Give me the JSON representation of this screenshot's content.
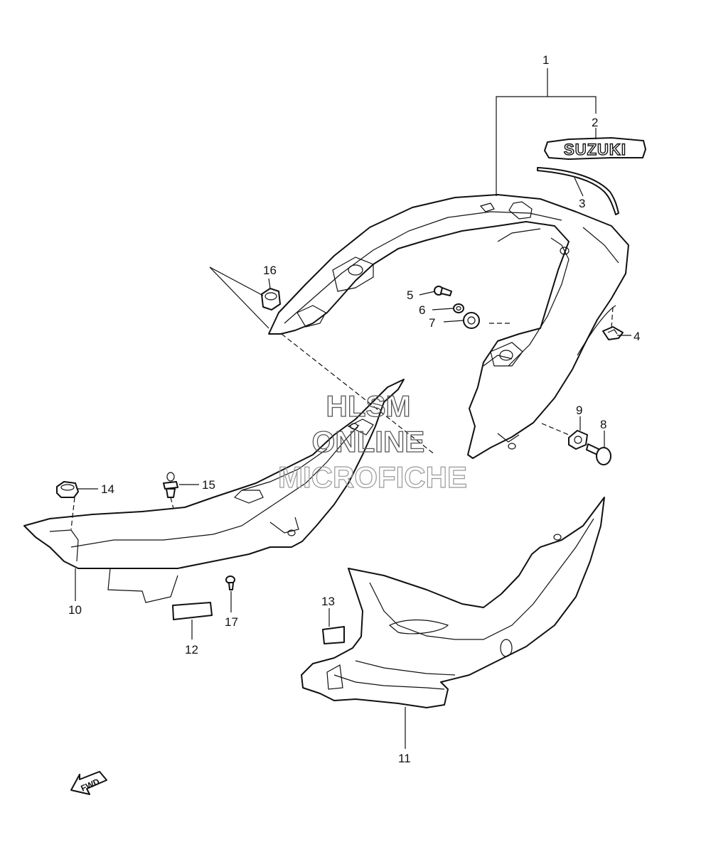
{
  "callouts": {
    "c1": "1",
    "c2": "2",
    "c3": "3",
    "c4": "4",
    "c5": "5",
    "c6": "6",
    "c7": "7",
    "c8": "8",
    "c9": "9",
    "c10": "10",
    "c11": "11",
    "c12": "12",
    "c13": "13",
    "c14": "14",
    "c15": "15",
    "c16": "16",
    "c17": "17"
  },
  "emblem_text": "SUZUKI",
  "fwd_text": "FWD",
  "watermark": {
    "line1": "HLSM",
    "line2": "ONLINE",
    "line3": "MICROFICHE"
  }
}
